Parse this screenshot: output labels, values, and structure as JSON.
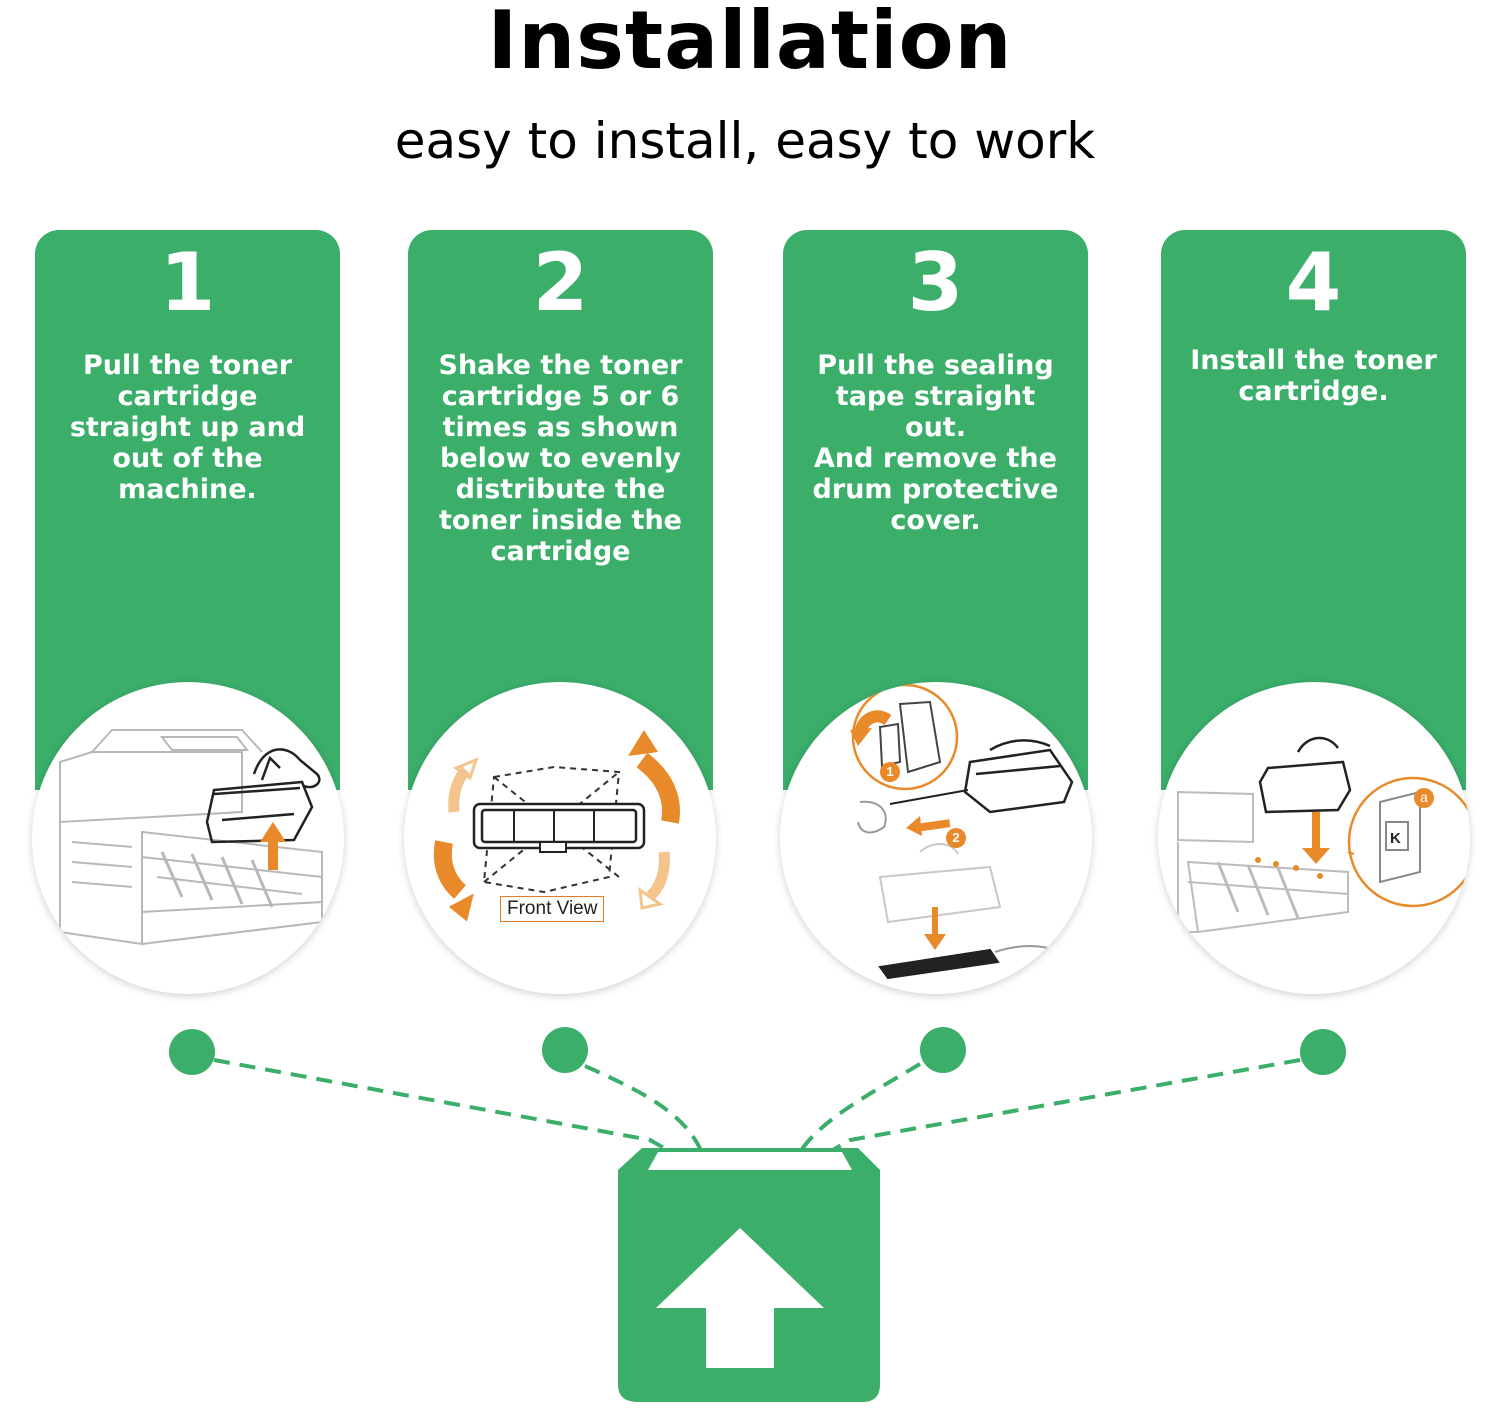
{
  "header": {
    "title": "Installation",
    "subtitle": "easy to install, easy to work"
  },
  "colors": {
    "green": "#3bae6a",
    "orange": "#e98a2a",
    "white": "#ffffff"
  },
  "steps": [
    {
      "number": "1",
      "text": "Pull the toner\ncartridge\nstraight up and\nout of the\nmachine.",
      "illustration": "pull-cartridge-from-printer"
    },
    {
      "number": "2",
      "text": "Shake the toner\ncartridge 5 or 6\ntimes as shown\nbelow to evenly\ndistribute the\ntoner inside the\ncartridge",
      "illustration": "shake-cartridge",
      "illustration_label": "Front View"
    },
    {
      "number": "3",
      "text": "Pull the sealing\ntape straight\nout.\nAnd remove the\ndrum protective\ncover.",
      "illustration": "remove-seal-and-cover",
      "badges": [
        "1",
        "2"
      ]
    },
    {
      "number": "4",
      "text": "Install the toner\ncartridge.",
      "illustration": "install-cartridge",
      "badges": [
        "a",
        "K"
      ]
    }
  ],
  "footer": {
    "icon": "upload-box-icon"
  }
}
